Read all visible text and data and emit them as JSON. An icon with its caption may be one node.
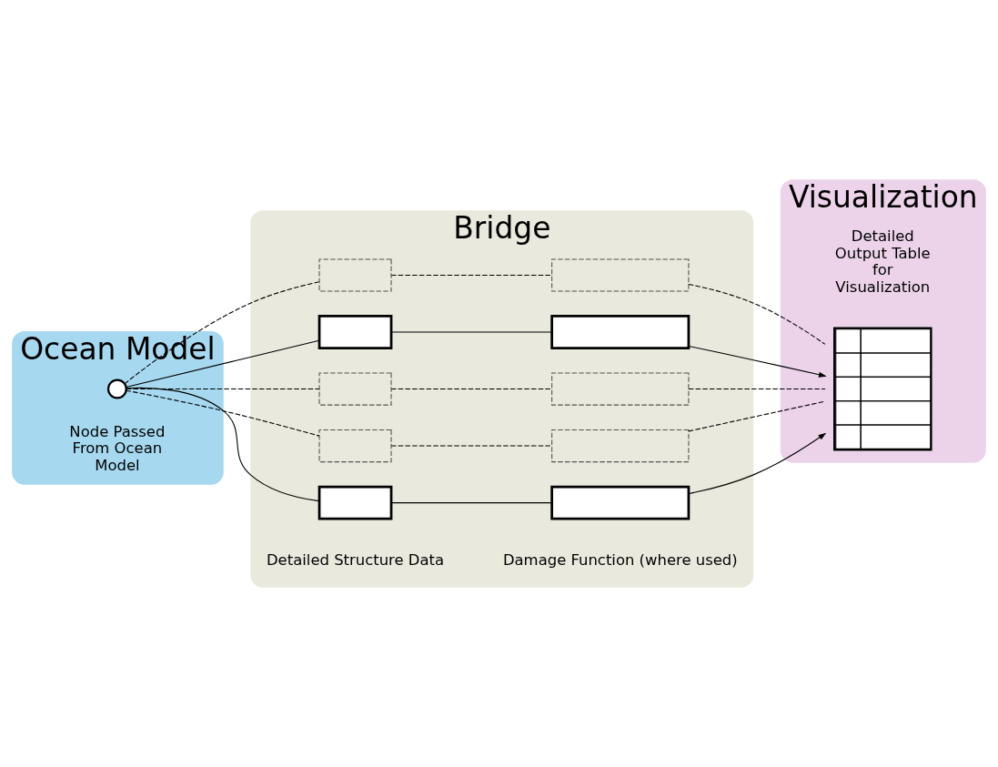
{
  "diagram": {
    "nodes": [
      {
        "text": [
          "Ocean Model"
        ]
      },
      {
        "text": [
          "Bridge"
        ]
      },
      {
        "text": [
          "Visualization"
        ]
      },
      {
        "text": [],
        "shape": "circle",
        "beside": [
          "Node Passed From Ocean Model"
        ],
        "in": 0
      },
      {
        "text": [],
        "shape": "box",
        "in": 1
      },
      {
        "text": [],
        "shape": "box",
        "in": 1
      },
      {
        "text": [],
        "shape": "box",
        "in": 1
      },
      {
        "text": [],
        "shape": "box",
        "in": 1
      },
      {
        "text": [],
        "shape": "box",
        "in": 1
      },
      {
        "text": [],
        "shape": "box",
        "in": 1
      },
      {
        "text": [],
        "shape": "box",
        "in": 1
      },
      {
        "text": [],
        "shape": "box",
        "in": 1
      },
      {
        "text": [],
        "shape": "box",
        "in": 1
      },
      {
        "text": [],
        "shape": "box",
        "in": 1
      },
      {
        "text": [],
        "shape": "table",
        "beside": [
          "Detailed Output Table for Visualization"
        ],
        "in": 2
      }
    ],
    "edges": [
      {
        "from": 3,
        "to": 4,
        "arrow": "none",
        "style": "dashed"
      },
      {
        "from": 4,
        "to": 5,
        "arrow": "none",
        "style": "dashed"
      },
      {
        "from": 5,
        "to": 14,
        "arrow": "none",
        "style": "dashed"
      },
      {
        "from": 3,
        "to": 6,
        "arrow": "none"
      },
      {
        "from": 6,
        "to": 7,
        "arrow": "none"
      },
      {
        "from": 7,
        "to": 14,
        "arrow": "to"
      },
      {
        "from": 3,
        "to": 8,
        "arrow": "none"
      },
      {
        "from": 8,
        "to": 9,
        "arrow": "none"
      },
      {
        "from": 9,
        "to": 14,
        "arrow": "to"
      },
      {
        "from": 3,
        "to": 10,
        "arrow": "none",
        "style": "dashed"
      },
      {
        "from": 10,
        "to": 11,
        "arrow": "none",
        "style": "dashed"
      },
      {
        "from": 11,
        "to": 14,
        "arrow": "none",
        "style": "dashed"
      },
      {
        "from": 3,
        "to": 12,
        "arrow": "none",
        "style": "dashed"
      },
      {
        "from": 12,
        "to": 13,
        "arrow": "none",
        "style": "dashed"
      },
      {
        "from": 13,
        "to": 14,
        "arrow": "none",
        "style": "dashed"
      }
    ],
    "labels": [
      "Detailed Structure Data",
      "Damage Function (where used)"
    ]
  }
}
